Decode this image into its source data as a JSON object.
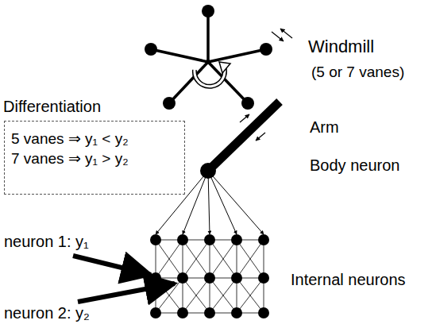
{
  "diagram": {
    "nodes": [
      {
        "text": [
          "Differentiation",
          "5 vanes ⇒ y₁ < y₂",
          "7 vanes ⇒ y₁ > y₂"
        ]
      }
    ],
    "labels": [
      "Windmill",
      "(5 or 7 vanes)",
      "Arm",
      "Body neuron",
      "Internal neurons",
      "neuron 1: y₁",
      "neuron 2: y₂"
    ]
  }
}
